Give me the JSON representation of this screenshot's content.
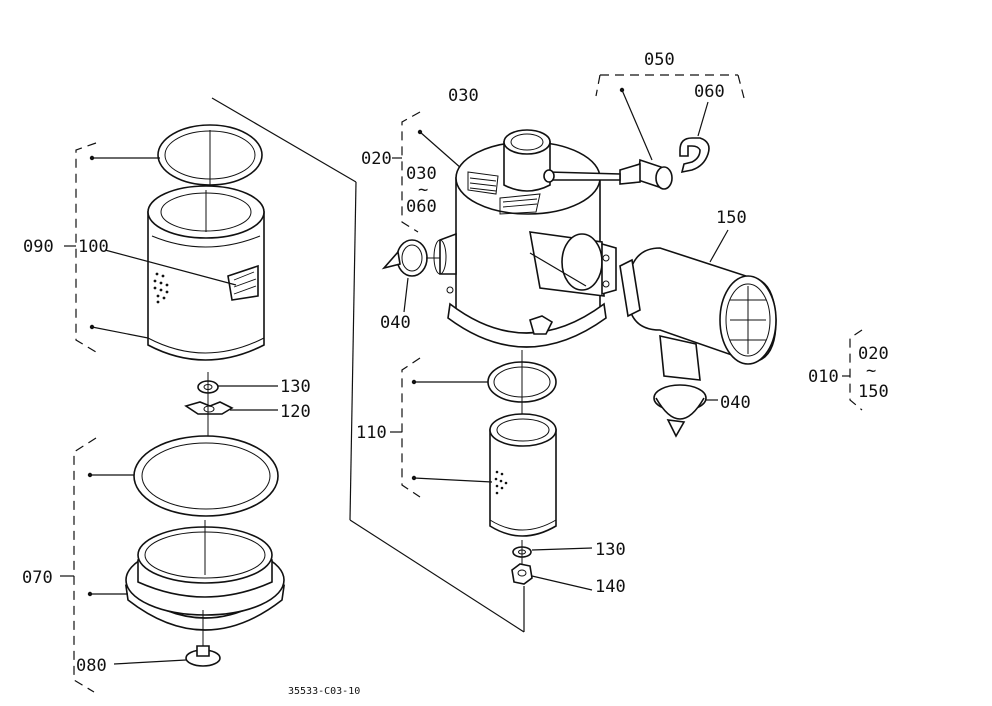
{
  "labels": {
    "l010": "010",
    "l020_a": "020",
    "l020_b": "020",
    "l030_a": "030",
    "l030_b": "030",
    "l040_a": "040",
    "l040_b": "040",
    "l050": "050",
    "l060_a": "060",
    "l060_b": "060",
    "l070": "070",
    "l080": "080",
    "l090": "090",
    "l100": "100",
    "l110": "110",
    "l120": "120",
    "l130_a": "130",
    "l130_b": "130",
    "l140": "140",
    "l150_a": "150",
    "l150_b": "150",
    "range_mark_a": "~",
    "range_mark_b": "~"
  },
  "drawing_code": "35533-C03-10"
}
